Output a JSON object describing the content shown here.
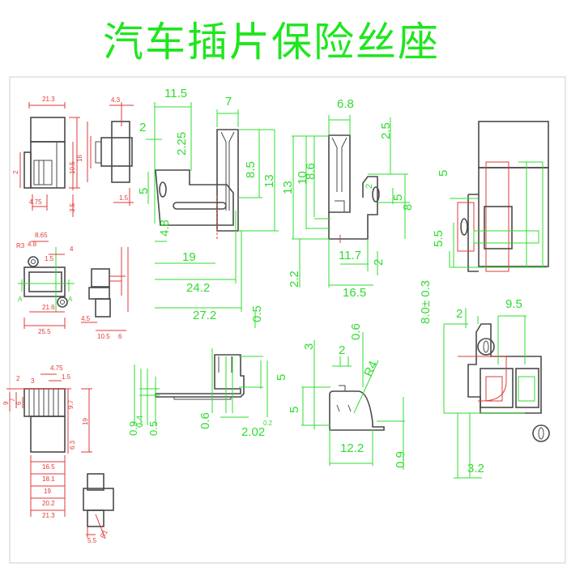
{
  "title": "汽车插片保险丝座",
  "colors": {
    "dimension_green": "#2fdc2f",
    "dimension_red": "#e23a3a",
    "outline": "#4a4a4a"
  },
  "red_views": {
    "top_front": [
      "21.3",
      "4.3",
      "1.5",
      "4.75",
      "2",
      "10.5",
      "16",
      "3.5"
    ],
    "middle": [
      "8.65",
      "4.8",
      "R3",
      "1.5",
      "4",
      "21.6",
      "25.5",
      "4.5",
      "10.5",
      "6",
      "A",
      "A"
    ],
    "bottom": [
      "2",
      "4.75",
      "1.5",
      "3",
      "9",
      "7",
      "6",
      "9.7",
      "19",
      "6.3"
    ],
    "bottom_widths": [
      "16.5",
      "18.1",
      "19",
      "20.2",
      "21.3"
    ],
    "small_part": [
      "5.5",
      "R1"
    ]
  },
  "green_views": {
    "terminal_a": [
      "11.5",
      "7",
      "2",
      "2.25",
      "5",
      "8.5",
      "13",
      "4.8",
      "19",
      "24.2",
      "27.2",
      "0.5"
    ],
    "terminal_b": [
      "6.8",
      "13",
      "10",
      "8.6",
      "2.5",
      "2",
      "5",
      "8",
      "11.7",
      "2",
      "2.2",
      "16.5"
    ],
    "terminal_c": [
      "5",
      "0.9",
      "0.4",
      "0.5",
      "0.6",
      "2.02",
      "0.2"
    ],
    "terminal_d": [
      "3",
      "2",
      "0.6",
      "R4",
      "5",
      "12.2",
      "0.9"
    ],
    "assembly": [
      "5",
      "5.5",
      "8.0± 0.3",
      "2",
      "9.5",
      "3.2"
    ]
  }
}
